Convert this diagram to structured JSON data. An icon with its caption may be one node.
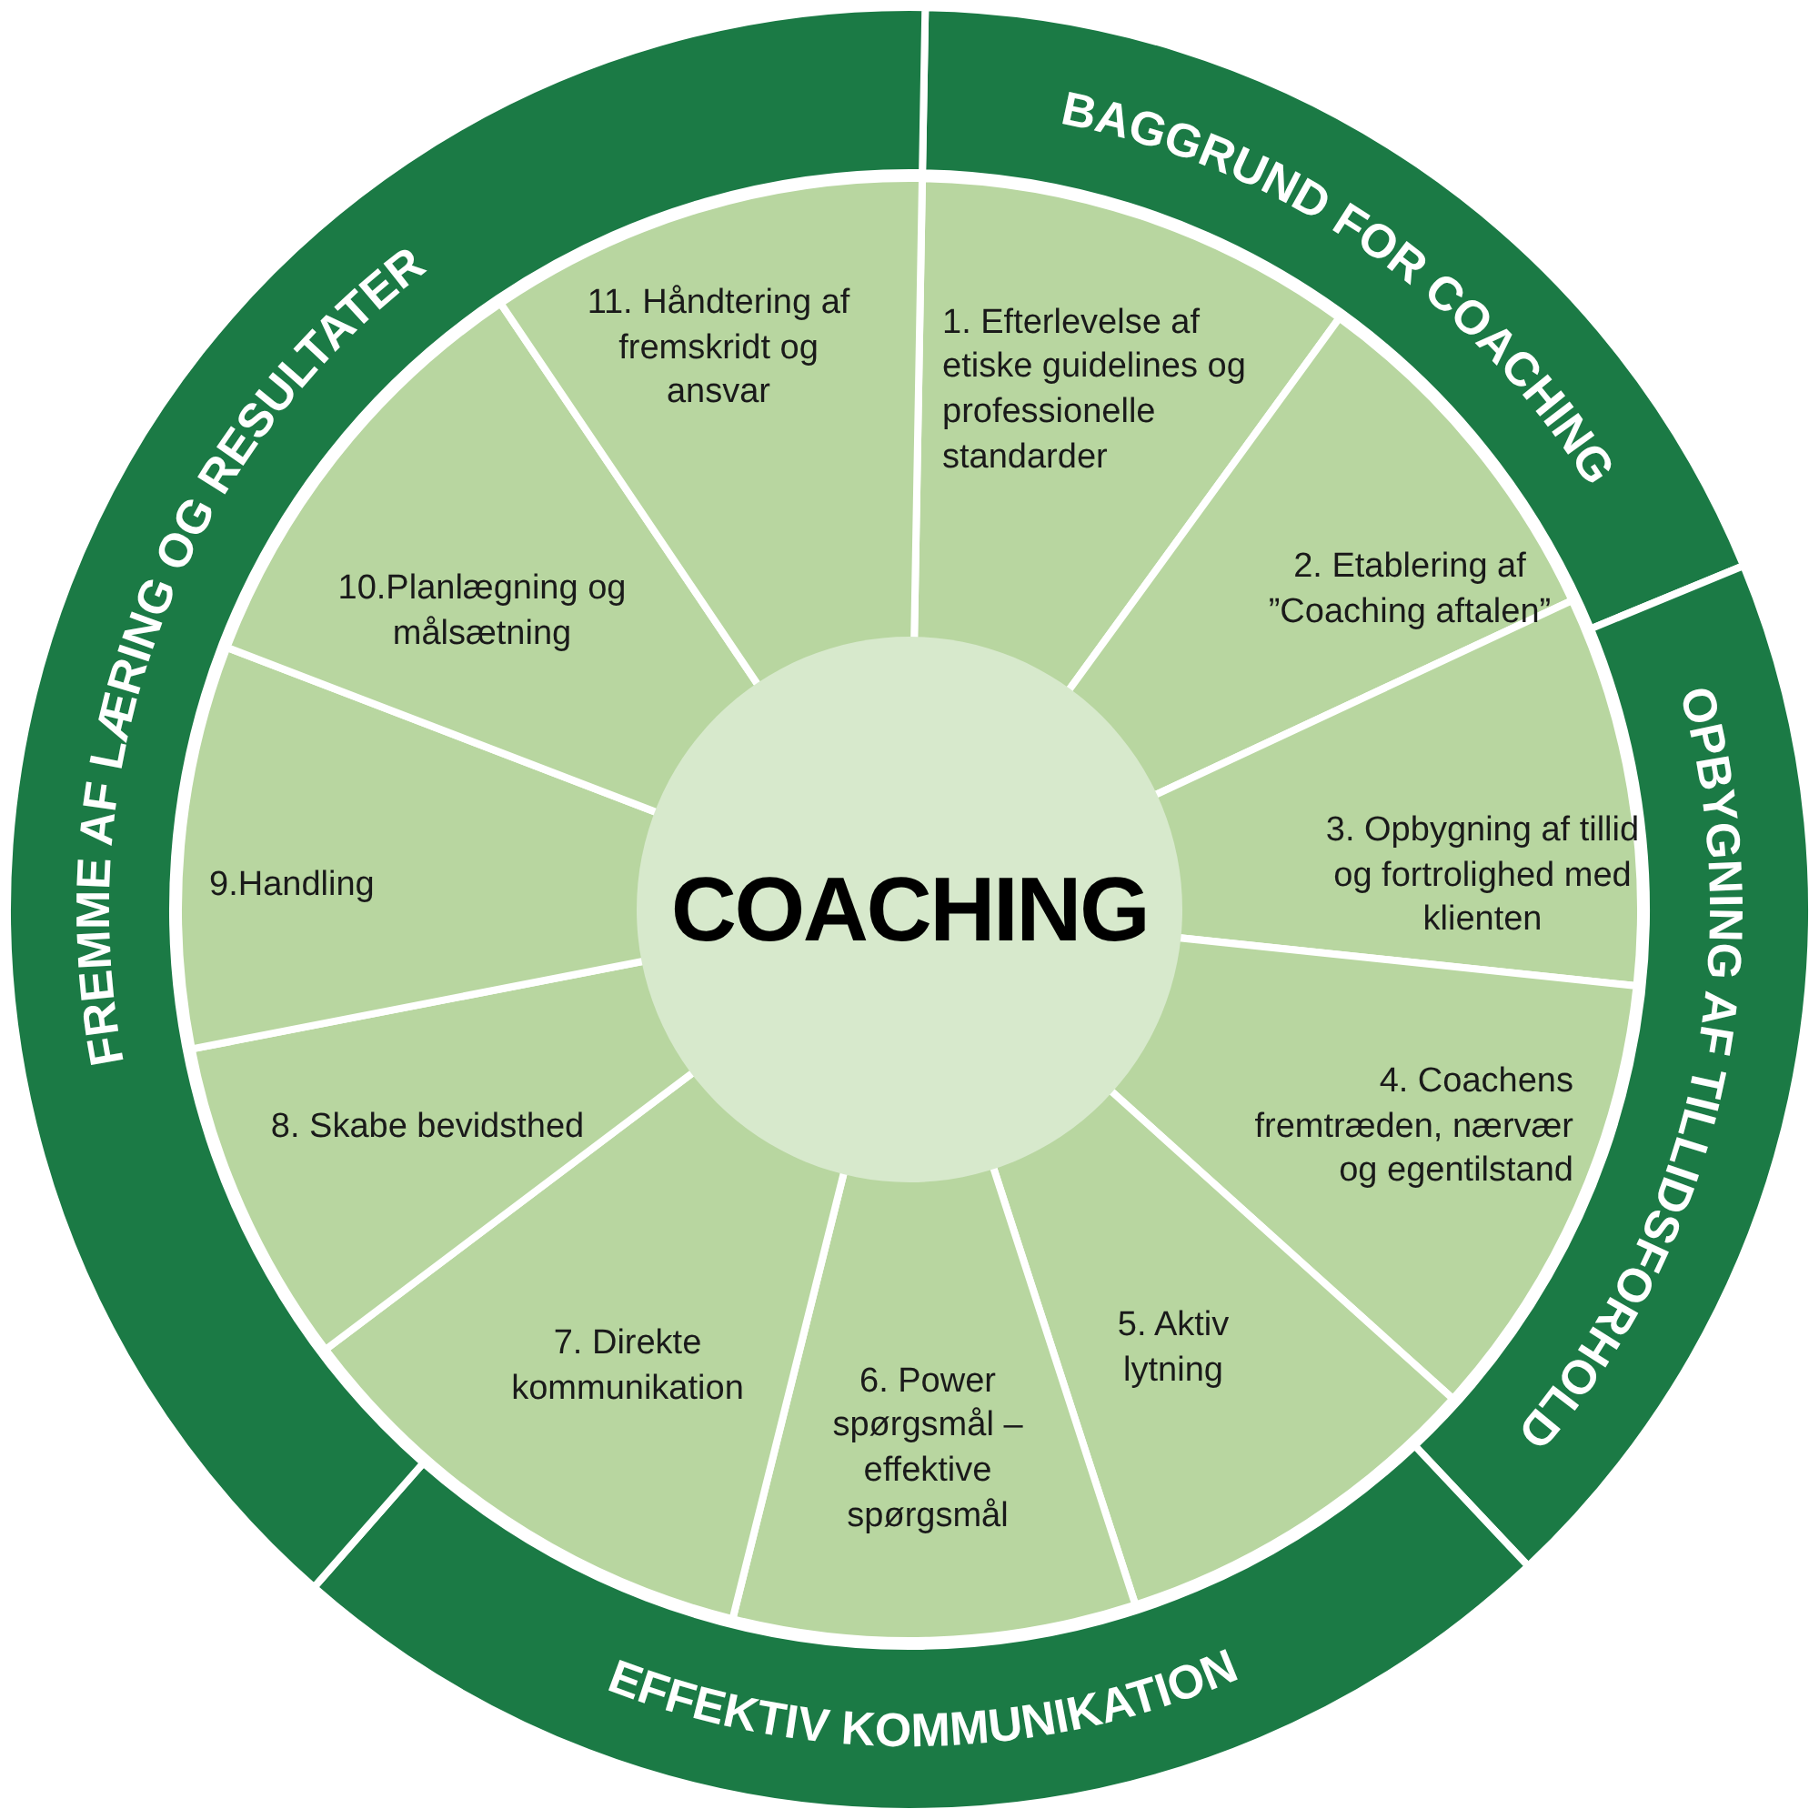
{
  "diagram": {
    "nodes": [
      {
        "text": [
          "BAGGRUND FOR COACHING"
        ]
      },
      {
        "text": [
          "OPBYGNING AF TILLIDSFORHOLD"
        ]
      },
      {
        "text": [
          "EFFEKTIV KOMMUNIKATION"
        ]
      },
      {
        "text": [
          "FREMME AF LÆRING OG RESULTATER"
        ]
      },
      {
        "text": [
          "1. Efterlevelse af etiske guidelines og professionelle standarder"
        ]
      },
      {
        "text": [
          "2. Etablering af ”Coaching aftalen”"
        ]
      },
      {
        "text": [
          "3. Opbygning af tillid og fortrolighed med klienten"
        ]
      },
      {
        "text": [
          "4. Coachens fremtræden, nærvær og egentilstand"
        ]
      },
      {
        "text": [
          "5. Aktiv lytning"
        ]
      },
      {
        "text": [
          "6. Power spørgsmål – effektive spørgsmål"
        ]
      },
      {
        "text": [
          "7. Direkte kommunikation"
        ]
      },
      {
        "text": [
          "8. Skabe bevidsthed"
        ]
      },
      {
        "text": [
          "9.Handling"
        ]
      },
      {
        "text": [
          "10.Planlægning og målsætning"
        ]
      },
      {
        "text": [
          "11. Håndtering af fremskridt og ansvar"
        ]
      },
      {
        "text": [
          "COACHING"
        ]
      }
    ]
  }
}
